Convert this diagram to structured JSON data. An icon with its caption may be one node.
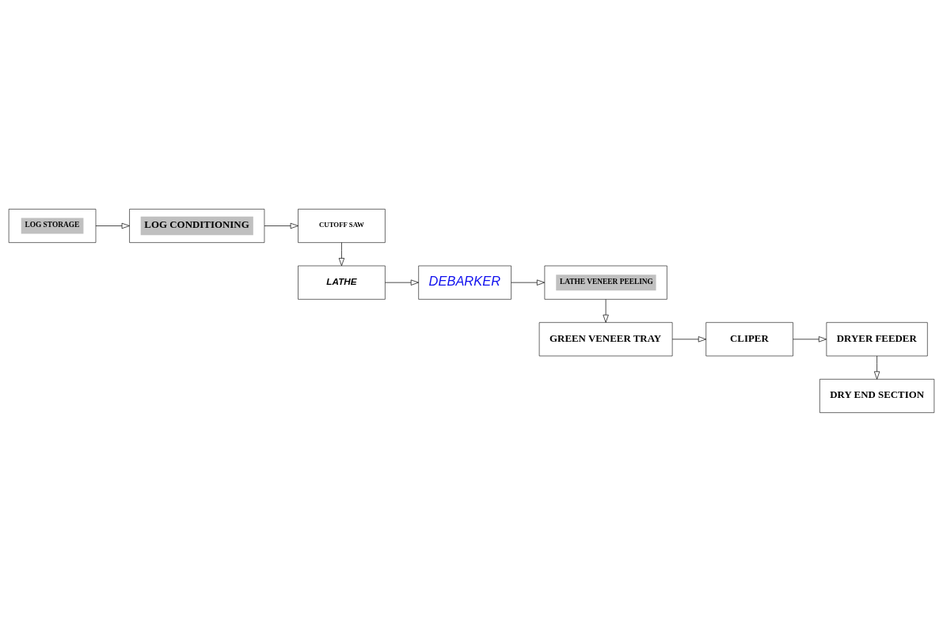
{
  "diagram": {
    "nodes": [
      {
        "text": [
          "LOG STORAGE"
        ]
      },
      {
        "text": [
          "LOG CONDITIONING"
        ]
      },
      {
        "text": [
          "CUTOFF SAW"
        ]
      },
      {
        "text": [
          "LATHE"
        ]
      },
      {
        "text": [
          "DEBARKER"
        ]
      },
      {
        "text": [
          "LATHE VENEER PEELING"
        ]
      },
      {
        "text": [
          "GREEN VENEER TRAY"
        ]
      },
      {
        "text": [
          "CLIPER"
        ]
      },
      {
        "text": [
          "DRYER FEEDER"
        ]
      },
      {
        "text": [
          "DRY END SECTION"
        ]
      }
    ],
    "edges": [
      {
        "from": 0,
        "to": 1,
        "arrow": "to"
      },
      {
        "from": 1,
        "to": 2,
        "arrow": "to"
      },
      {
        "from": 2,
        "to": 3,
        "arrow": "to"
      },
      {
        "from": 3,
        "to": 4,
        "arrow": "to"
      },
      {
        "from": 4,
        "to": 5,
        "arrow": "to"
      },
      {
        "from": 5,
        "to": 6,
        "arrow": "to"
      },
      {
        "from": 6,
        "to": 7,
        "arrow": "to"
      },
      {
        "from": 7,
        "to": 8,
        "arrow": "to"
      },
      {
        "from": 8,
        "to": 9,
        "arrow": "to"
      }
    ]
  }
}
